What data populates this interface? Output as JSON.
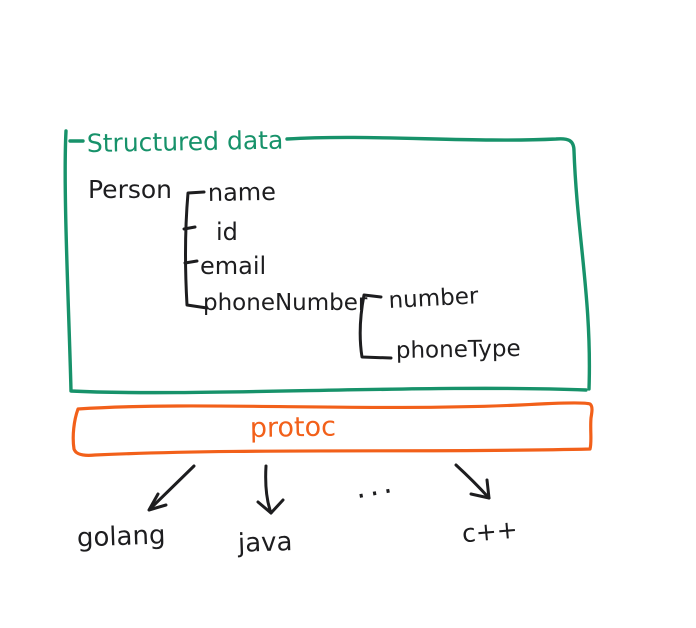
{
  "colors": {
    "green": "#17926a",
    "orange": "#f2601a",
    "ink": "#1d1d1f",
    "background": "#ffffff"
  },
  "structured": {
    "title": "Structured data",
    "root": "Person",
    "fields": [
      "name",
      "id",
      "email",
      "phoneNumber"
    ],
    "phone_fields": [
      "number",
      "phoneType"
    ]
  },
  "protoc": {
    "label": "protoc"
  },
  "targets": {
    "ellipsis": "...",
    "items": [
      "golang",
      "java",
      "c++"
    ]
  }
}
